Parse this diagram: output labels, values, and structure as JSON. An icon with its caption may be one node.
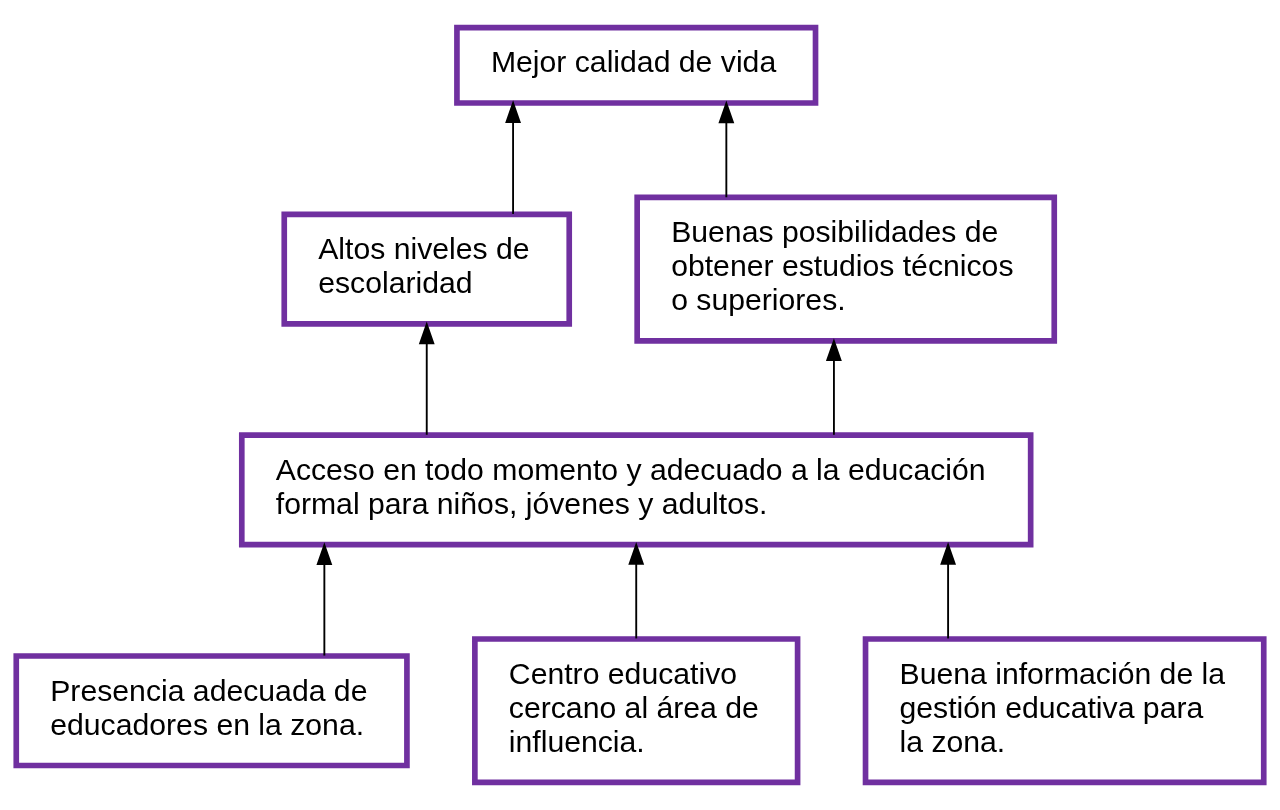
{
  "diagram": {
    "nodes": [
      {
        "text": [
          "Mejor calidad de vida"
        ]
      },
      {
        "text": [
          "Altos niveles de escolaridad"
        ]
      },
      {
        "text": [
          "Buenas posibilidades de obtener estudios técnicos o superiores."
        ]
      },
      {
        "text": [
          "Acceso en todo momento y adecuado a la educación formal para niños, jóvenes y adultos."
        ]
      },
      {
        "text": [
          "Presencia adecuada de educadores en la zona."
        ]
      },
      {
        "text": [
          "Centro educativo cercano al área de influencia."
        ]
      },
      {
        "text": [
          "Buena información de la gestión educativa para la zona."
        ]
      }
    ],
    "edges": [
      {
        "from": 1,
        "to": 0,
        "arrow": "to"
      },
      {
        "from": 2,
        "to": 0,
        "arrow": "to"
      },
      {
        "from": 3,
        "to": 1,
        "arrow": "to"
      },
      {
        "from": 3,
        "to": 2,
        "arrow": "to"
      },
      {
        "from": 4,
        "to": 3,
        "arrow": "to"
      },
      {
        "from": 5,
        "to": 3,
        "arrow": "to"
      },
      {
        "from": 6,
        "to": 3,
        "arrow": "to"
      }
    ]
  }
}
